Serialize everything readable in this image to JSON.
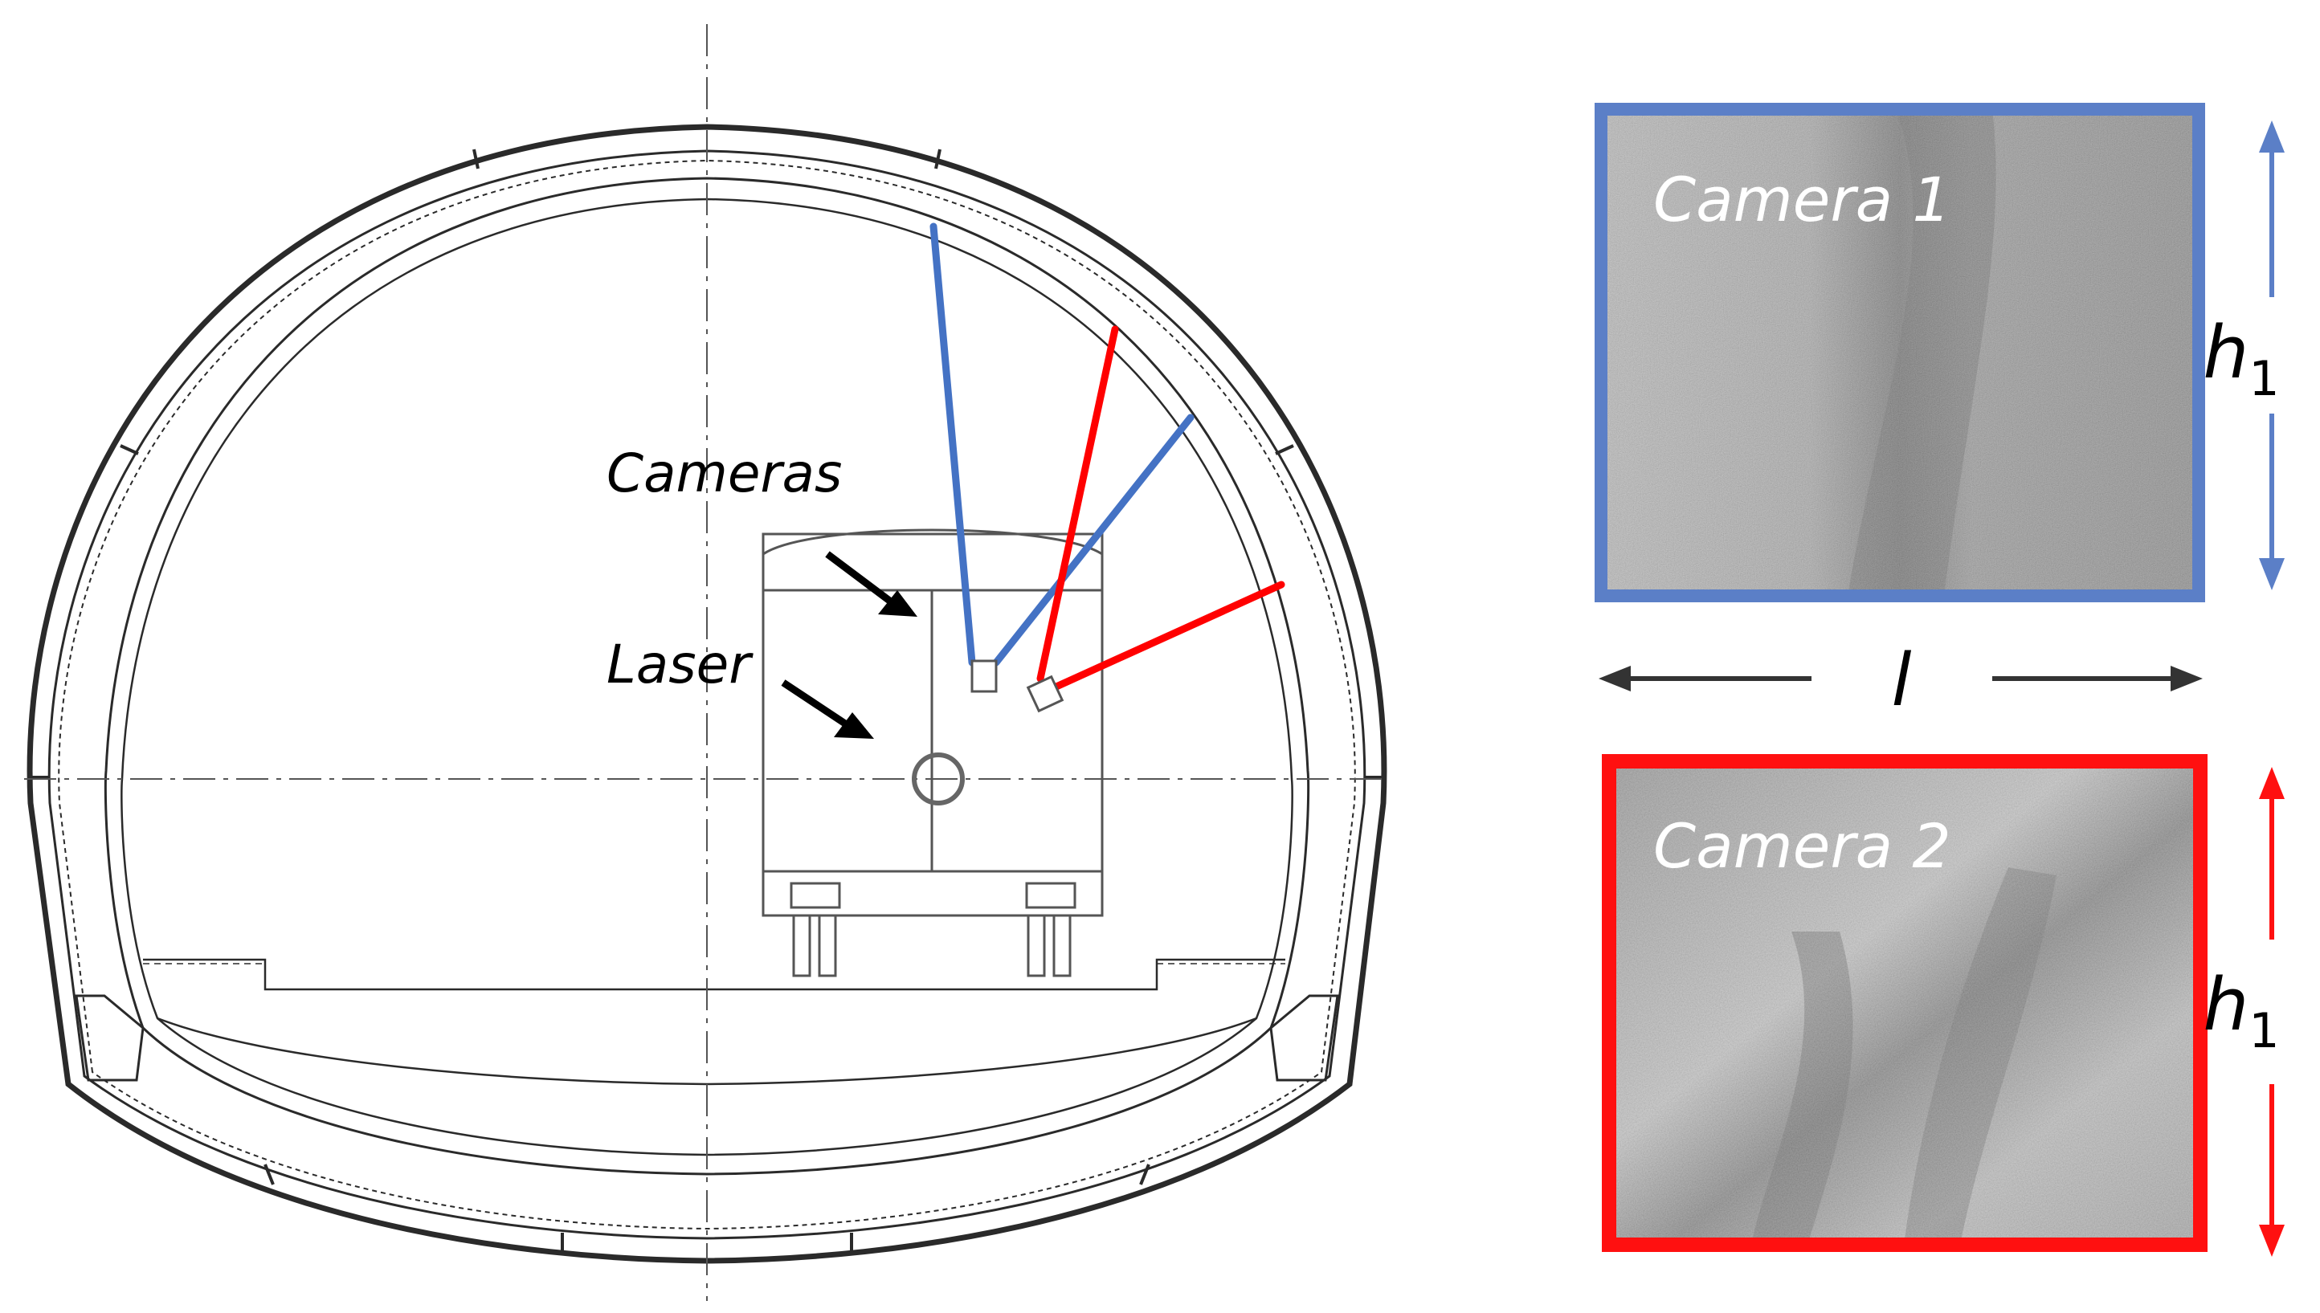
{
  "labels": {
    "cameras": "Cameras",
    "laser": "Laser",
    "camera1": "Camera 1",
    "camera2": "Camera 2",
    "length": "l",
    "height_var": "h",
    "height_sub": "1"
  },
  "colors": {
    "camera1": "#5b7fc7",
    "camera2": "#ff1010",
    "blue_ray": "#4472c4",
    "red_ray": "#ff0000",
    "line": "#2a2a2a",
    "arrow_gray": "#333333"
  }
}
